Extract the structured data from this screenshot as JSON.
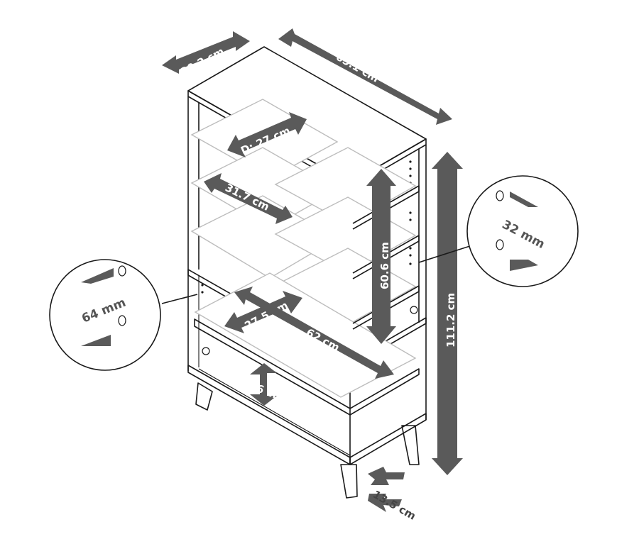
{
  "dimensions": {
    "depth": "30.2 cm",
    "width": "65.1 cm",
    "height": "111.2 cm",
    "shelf_depth": "D: 27 cm",
    "shelf_width": "31.7 cm",
    "upper_height": "60.6 cm",
    "lower_depth": "27.5 cm",
    "lower_width": "62 cm",
    "drawer_height": "16 cm",
    "leg_height": "13.5 cm"
  },
  "details": {
    "right_spacing": "32 mm",
    "left_spacing": "64 mm"
  },
  "colors": {
    "arrow": "#5a5a5a",
    "outline": "#1a1a1a",
    "shelf": "#bdbdbd"
  }
}
